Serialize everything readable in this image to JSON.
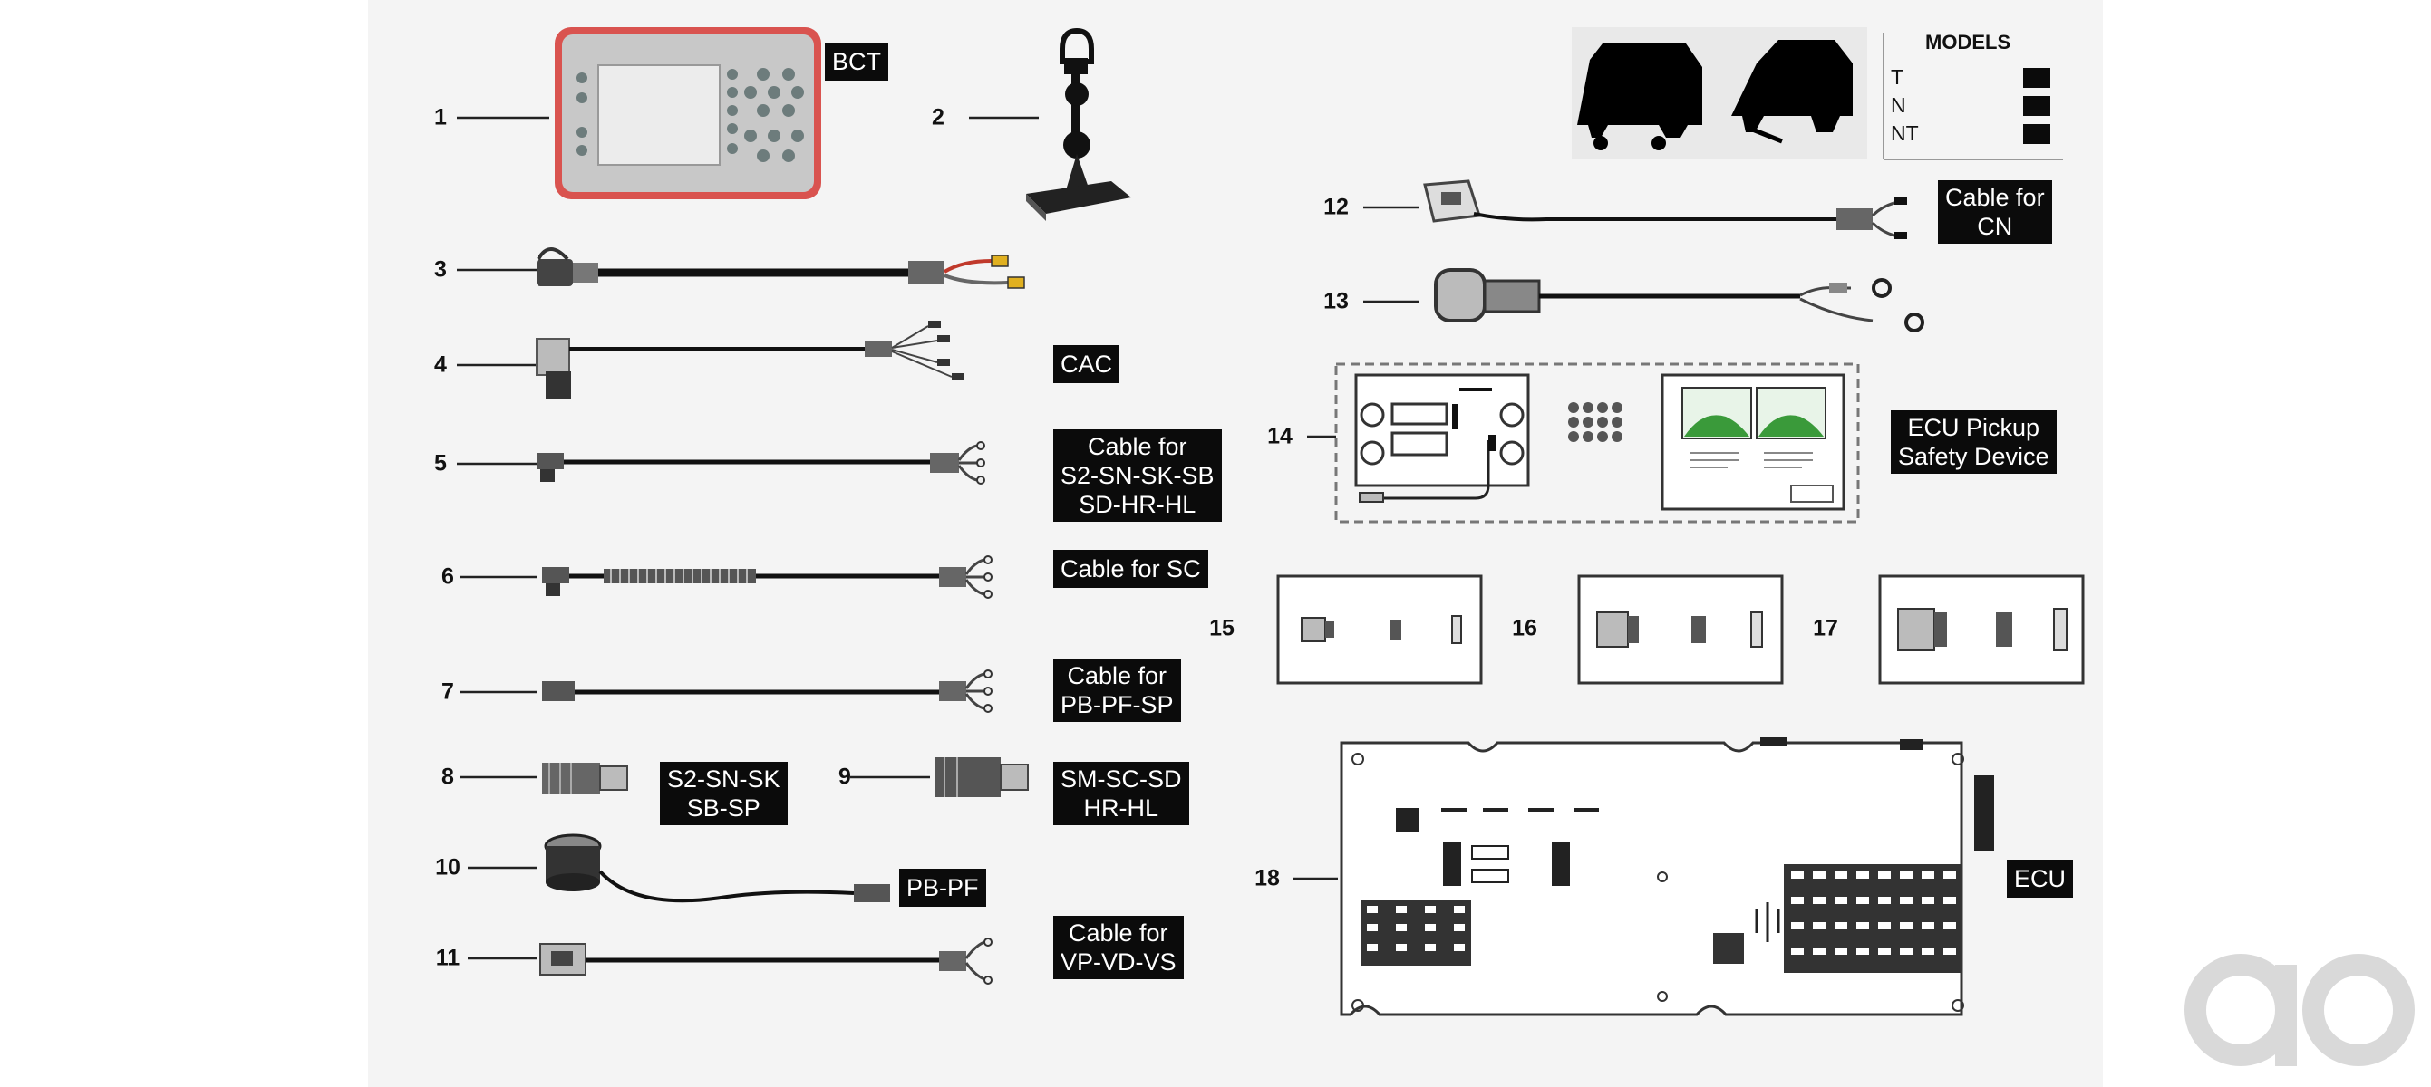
{
  "models_panel": {
    "title": "MODELS",
    "rows": [
      "T",
      "N",
      "NT"
    ]
  },
  "parts": [
    {
      "num": "1",
      "label": [
        "BCT"
      ]
    },
    {
      "num": "2",
      "label": []
    },
    {
      "num": "3",
      "label": []
    },
    {
      "num": "4",
      "label": [
        "CAC"
      ]
    },
    {
      "num": "5",
      "label": [
        "Cable for",
        "S2-SN-SK-SB",
        "SD-HR-HL"
      ]
    },
    {
      "num": "6",
      "label": [
        "Cable for SC"
      ]
    },
    {
      "num": "7",
      "label": [
        "Cable for",
        "PB-PF-SP"
      ]
    },
    {
      "num": "8",
      "label": [
        "S2-SN-SK",
        "SB-SP"
      ]
    },
    {
      "num": "9",
      "label": [
        "SM-SC-SD",
        "HR-HL"
      ]
    },
    {
      "num": "10",
      "label": [
        "PB-PF"
      ]
    },
    {
      "num": "11",
      "label": [
        "Cable for",
        "VP-VD-VS"
      ]
    },
    {
      "num": "12",
      "label": [
        "Cable for",
        "CN"
      ]
    },
    {
      "num": "13",
      "label": []
    },
    {
      "num": "14",
      "label": [
        "ECU Pickup",
        "Safety Device"
      ]
    },
    {
      "num": "15",
      "label": []
    },
    {
      "num": "16",
      "label": []
    },
    {
      "num": "17",
      "label": []
    },
    {
      "num": "18",
      "label": [
        "ECU"
      ]
    }
  ],
  "colors": {
    "sheet_background": "#f4f4f4",
    "tag_background": "#0b0b0b",
    "tag_text": "#ffffff",
    "terminal_frame": "#d9534f",
    "terminal_screen": "#e6e6e6",
    "warning_label_green": "#3a9a3a",
    "watermark": "#d9d9d9"
  },
  "watermark": "ao"
}
